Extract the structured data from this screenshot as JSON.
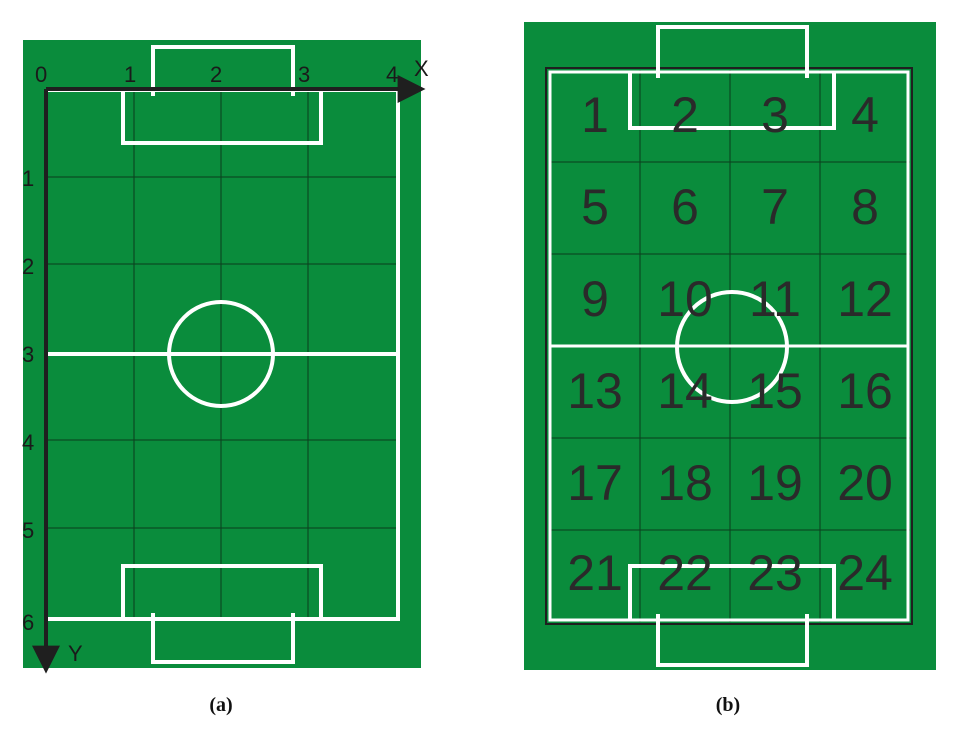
{
  "panel_a": {
    "caption": "(a)",
    "x_axis_label": "X",
    "y_axis_label": "Y",
    "x_ticks": [
      "0",
      "1",
      "2",
      "3",
      "4"
    ],
    "y_ticks": [
      "1",
      "2",
      "3",
      "4",
      "5",
      "6"
    ]
  },
  "panel_b": {
    "caption": "(b)",
    "zones": [
      "1",
      "2",
      "3",
      "4",
      "5",
      "6",
      "7",
      "8",
      "9",
      "10",
      "11",
      "12",
      "13",
      "14",
      "15",
      "16",
      "17",
      "18",
      "19",
      "20",
      "21",
      "22",
      "23",
      "24"
    ]
  },
  "colors": {
    "pitch_green": "#0a8c3c",
    "line_white": "#ffffff",
    "grid_dark": "#0b3d1d",
    "axis_dark": "#1f1f1f"
  }
}
